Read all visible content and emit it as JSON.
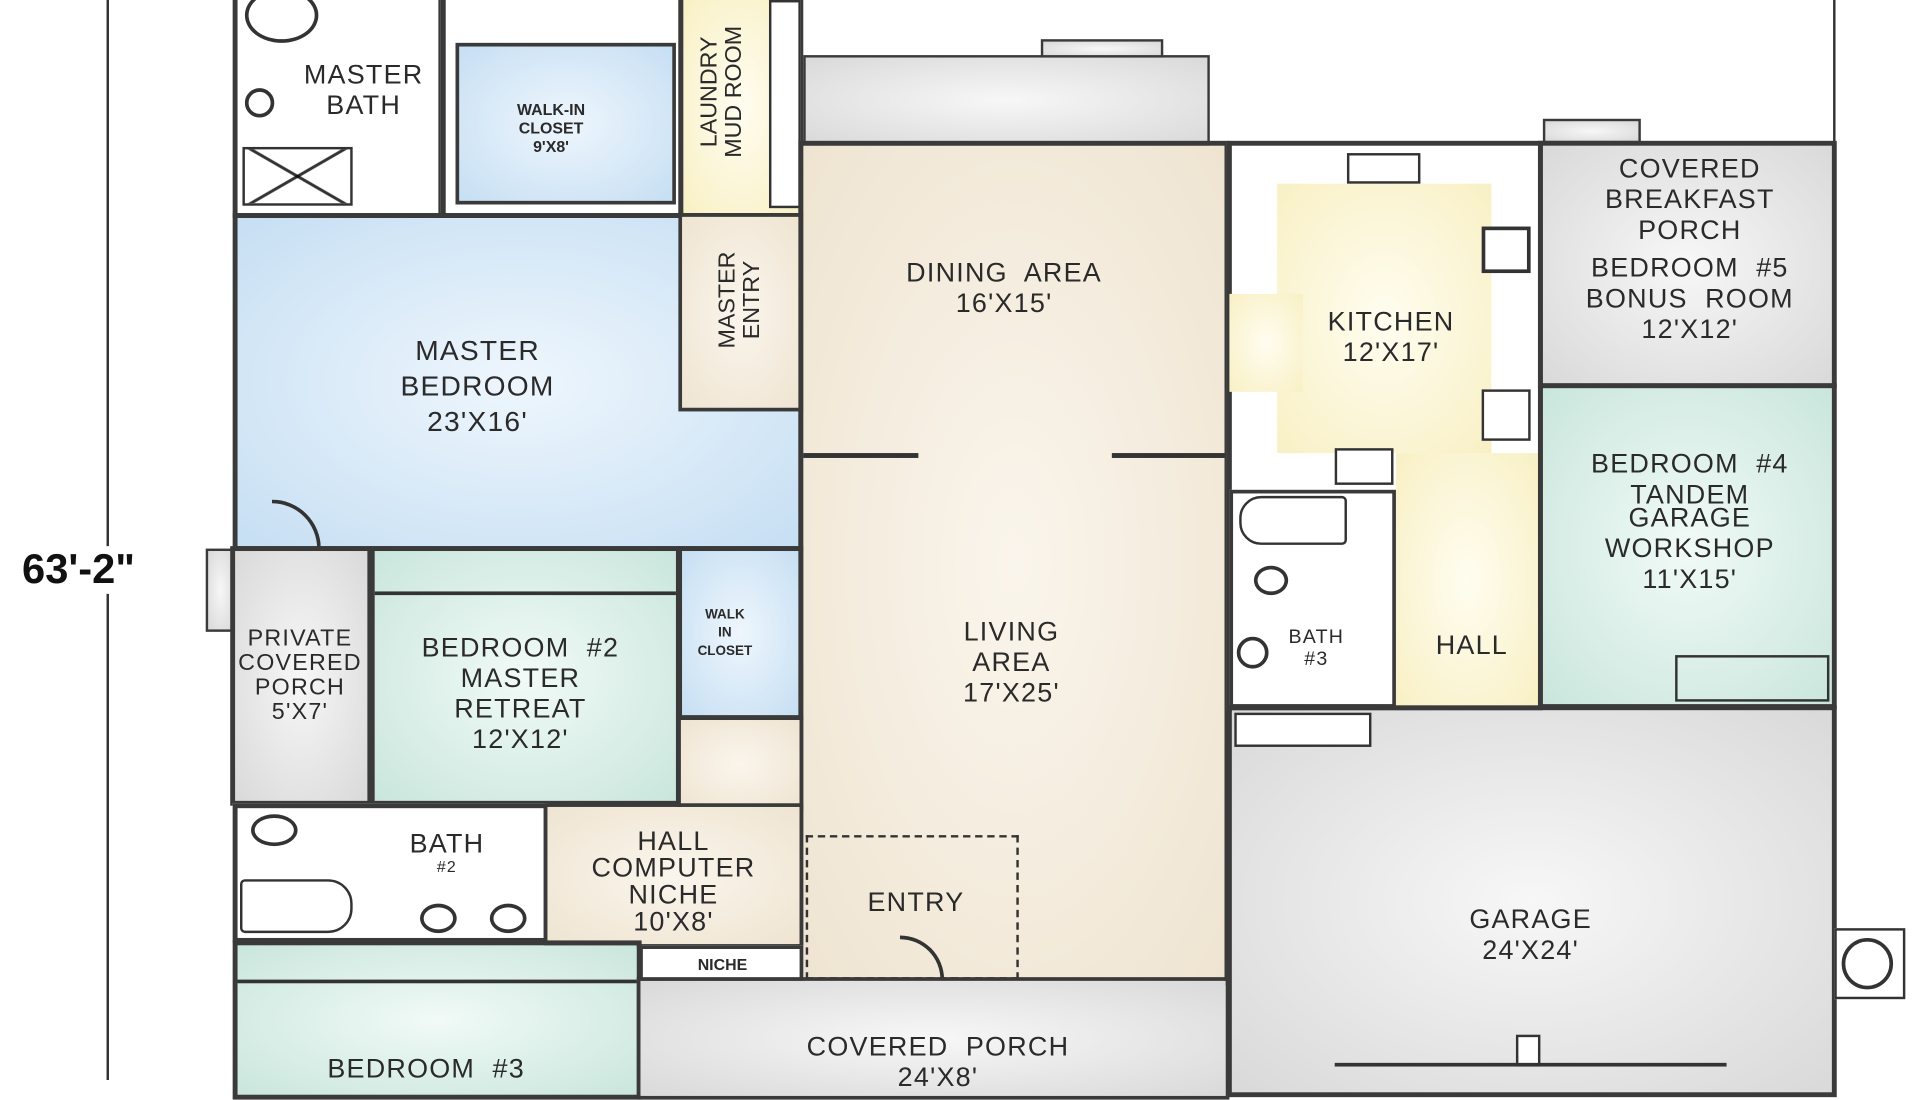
{
  "dimension": {
    "height_label": "63'-2\""
  },
  "rooms": {
    "master_bath": [
      "MASTER",
      "BATH"
    ],
    "walk_in_closet": [
      "WALK-IN",
      "CLOSET",
      "9'X8'"
    ],
    "laundry": [
      "LAUNDRY",
      "MUD ROOM"
    ],
    "master_entry": [
      "MASTER",
      "ENTRY"
    ],
    "master_bedroom": [
      "MASTER",
      "BEDROOM",
      "23'X16'"
    ],
    "dining": [
      "DINING  AREA",
      "16'X15'"
    ],
    "kitchen": [
      "KITCHEN",
      "12'X17'"
    ],
    "breakfast": [
      "COVERED",
      "BREAKFAST",
      "PORCH",
      "BEDROOM  #5",
      "BONUS  ROOM",
      "12'X12'"
    ],
    "bedroom4": [
      "BEDROOM  #4",
      "TANDEM",
      "GARAGE",
      "WORKSHOP",
      "11'X15'"
    ],
    "bath3": [
      "BATH",
      "#3"
    ],
    "hall": "HALL",
    "living": [
      "LIVING",
      "AREA",
      "17'X25'"
    ],
    "private_porch": [
      "PRIVATE",
      "COVERED",
      "PORCH",
      "5'X7'"
    ],
    "bedroom2": [
      "BEDROOM  #2",
      "MASTER",
      "RETREAT",
      "12'X12'"
    ],
    "walk_in_closet2": [
      "WALK",
      "IN",
      "CLOSET"
    ],
    "bath2": [
      "BATH",
      "#2"
    ],
    "hall_niche": [
      "HALL",
      "COMPUTER",
      "NICHE",
      "10'X8'"
    ],
    "entry": "ENTRY",
    "niche": "NICHE",
    "garage": [
      "GARAGE",
      "24'X24'"
    ],
    "bedroom3": [
      "BEDROOM  #3"
    ],
    "covered_porch": [
      "COVERED  PORCH",
      "24'X8'"
    ]
  }
}
